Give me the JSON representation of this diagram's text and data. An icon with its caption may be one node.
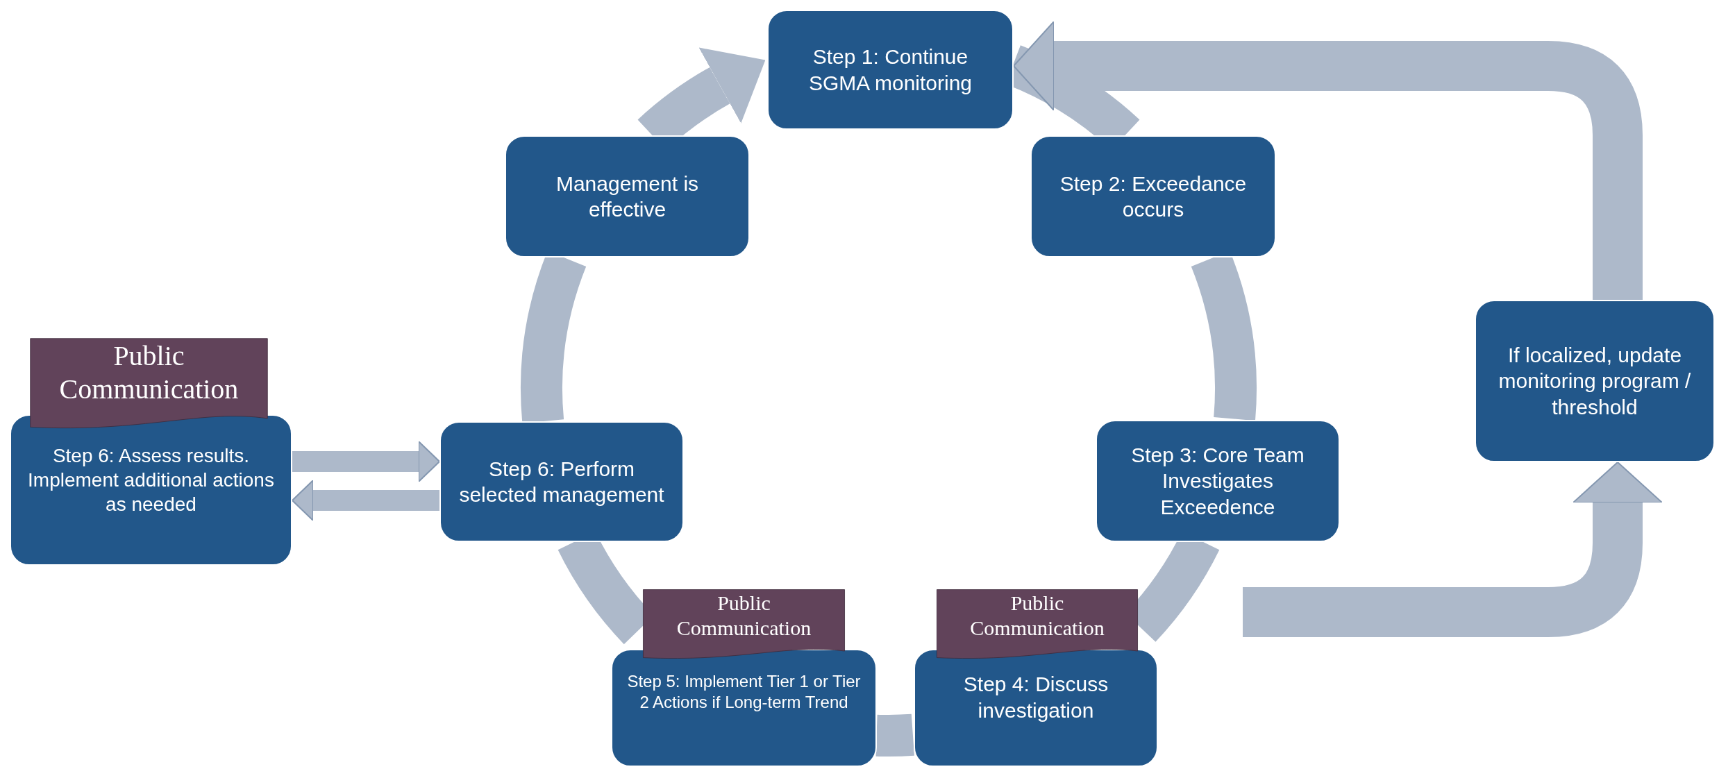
{
  "diagram": {
    "nodes": [
      {
        "text": [
          "Step 1: Continue SGMA monitoring"
        ]
      },
      {
        "text": [
          "Management is effective"
        ]
      },
      {
        "text": [
          "Step 2: Exceedance occurs"
        ]
      },
      {
        "text": [
          "Public Communication"
        ]
      },
      {
        "text": [
          "Step 6: Assess results. Implement additional actions as needed"
        ]
      },
      {
        "text": [
          "Step 6: Perform selected management"
        ]
      },
      {
        "text": [
          "If localized, update monitoring program / threshold"
        ]
      },
      {
        "text": [
          "Step 3: Core Team Investigates Exceedence"
        ]
      },
      {
        "text": [
          "Public Communication"
        ]
      },
      {
        "text": [
          "Public Communication"
        ]
      },
      {
        "text": [
          "Step 5: Implement Tier 1 or Tier 2 Actions if Long-term Trend"
        ]
      },
      {
        "text": [
          "Step 4: Discuss investigation"
        ]
      }
    ],
    "edges": [
      {
        "from": 1,
        "to": 0,
        "arrow": "to"
      },
      {
        "from": 0,
        "to": 2,
        "arrow": "none"
      },
      {
        "from": 2,
        "to": 7,
        "arrow": "none"
      },
      {
        "from": 7,
        "to": 9,
        "arrow": "none"
      },
      {
        "from": 11,
        "to": 10,
        "arrow": "none"
      },
      {
        "from": 8,
        "to": 5,
        "arrow": "none"
      },
      {
        "from": 5,
        "to": 1,
        "arrow": "none"
      },
      {
        "from": 4,
        "to": 5,
        "arrow": "to"
      },
      {
        "from": 5,
        "to": 4,
        "arrow": "to"
      },
      {
        "from": null,
        "to": 6,
        "arrow": "to"
      },
      {
        "from": 6,
        "to": 0,
        "arrow": "to"
      }
    ]
  }
}
